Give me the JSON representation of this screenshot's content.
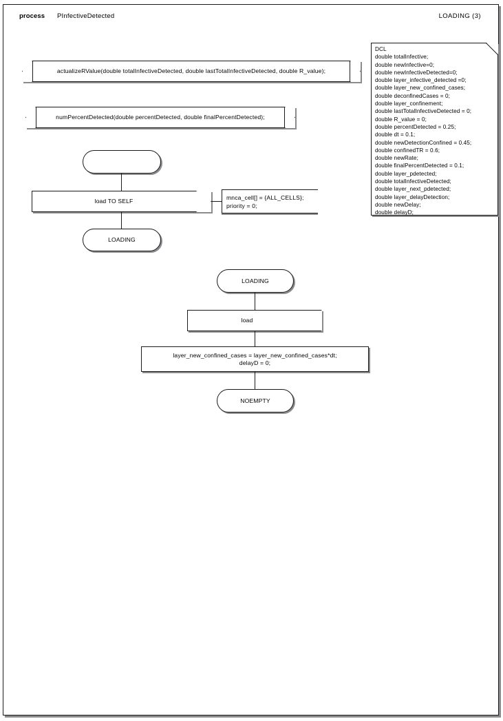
{
  "header": {
    "keyword": "process",
    "process_name": "PInfectiveDetected",
    "page_label": "LOADING (3)"
  },
  "declaration_box": {
    "name": "dcl-text-box",
    "title": "DCL",
    "lines": [
      "DCL",
      "double totalInfective;",
      "double newInfective=0;",
      "double newInfectiveDetected=0;",
      "double layer_infective_detected =0;",
      "double layer_new_confined_cases;",
      "double deconfinedCases = 0;",
      "double layer_confinement;",
      "double lastTotalInfectiveDetected = 0;",
      "double R_value = 0;",
      "double percentDetected = 0.25;",
      "double dt = 0.1;",
      "double newDetectionConfined = 0.45;",
      "double confinedTR = 0.6;",
      "double newRate;",
      "double finalPercentDetected = 0.1;",
      "double layer_pdetected;",
      "double totalInfectiveDetected;",
      "double layer_next_pdetected;",
      "double layer_delayDetection;",
      "double newDelay;",
      "double delayD;"
    ]
  },
  "procedures": [
    {
      "label": "actualizeRValue(double totalInfectiveDetected, double lastTotalInfectiveDetected, double R_value);"
    },
    {
      "label": "numPercentDetected(double percentDetected, double finalPercentDetected);"
    }
  ],
  "transitions": {
    "first": {
      "start_state_label": "",
      "output_label": "load TO SELF",
      "comment_lines": "mnca_cell[] = {ALL_CELLS};\npriority = 0;",
      "next_state_label": "LOADING"
    },
    "second": {
      "state_label": "LOADING",
      "input_label": "load",
      "task_lines": "layer_new_confined_cases = layer_new_confined_cases*dt;\ndelayD = 0;",
      "next_state_label": "NOEMPTY"
    }
  },
  "colors": {
    "line": "#1a1a1a",
    "shadow": "#8a8a8f",
    "background": "#ffffff"
  }
}
